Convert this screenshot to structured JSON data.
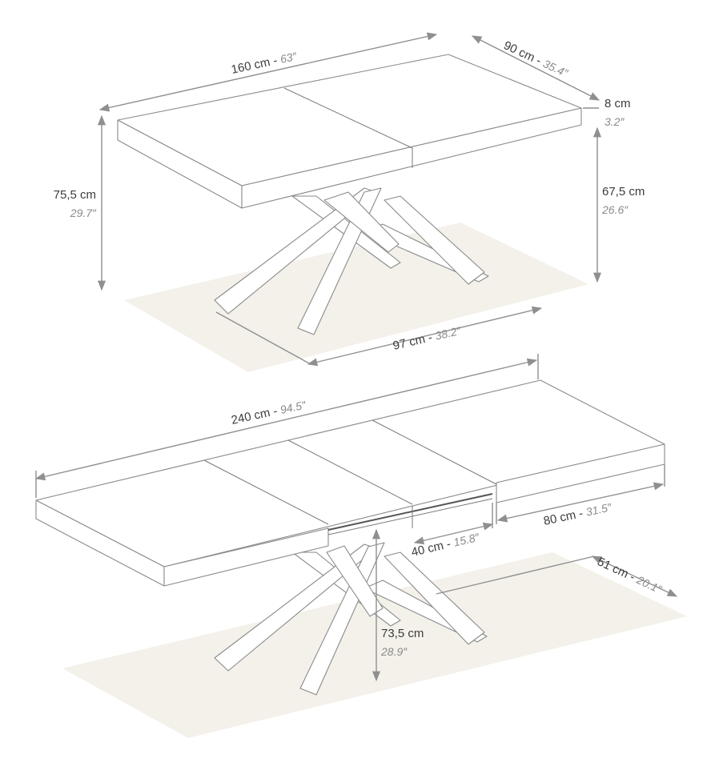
{
  "colors": {
    "floor": "#f3f1ea",
    "line": "#8f8f8f",
    "text": "#3c3c3c",
    "inch_text": "#8a8a8a"
  },
  "top_table": {
    "length_cm": "160 cm - ",
    "length_in": "63″",
    "depth_cm": "90 cm - ",
    "depth_in": "35.4″",
    "thickness_cm": "8 cm",
    "thickness_in": "3.2″",
    "height_cm": "75,5 cm",
    "height_in": "29.7″",
    "clearance_cm": "67,5 cm",
    "clearance_in": "26.6″",
    "base_cm": "97 cm - ",
    "base_in": "38.2″"
  },
  "bottom_table": {
    "length_cm": "240 cm - ",
    "length_in": "94.5″",
    "extension_cm": "80 cm - ",
    "extension_in": "31.5″",
    "leaf_cm": "40 cm - ",
    "leaf_in": "15.8″",
    "base_cm": "51 cm - ",
    "base_in": "20.1″",
    "clearance_cm": "73,5 cm",
    "clearance_in": "28.9″"
  }
}
